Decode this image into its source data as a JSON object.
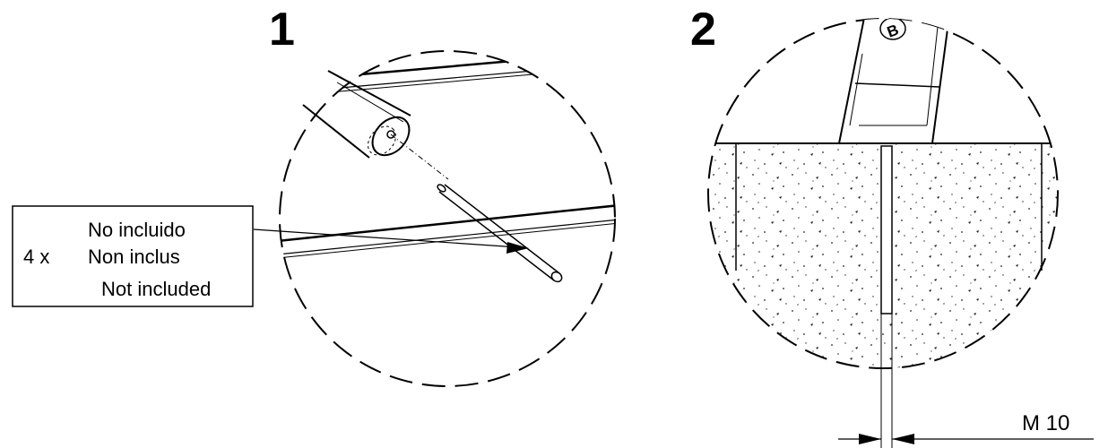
{
  "figure": {
    "steps": [
      {
        "number": "1"
      },
      {
        "number": "2"
      }
    ],
    "note": {
      "quantity": "4 x",
      "lines": [
        "No incluido",
        "Non inclus",
        "Not included"
      ]
    },
    "dimension_label": "M 10",
    "bolt_head_letter": "B"
  }
}
